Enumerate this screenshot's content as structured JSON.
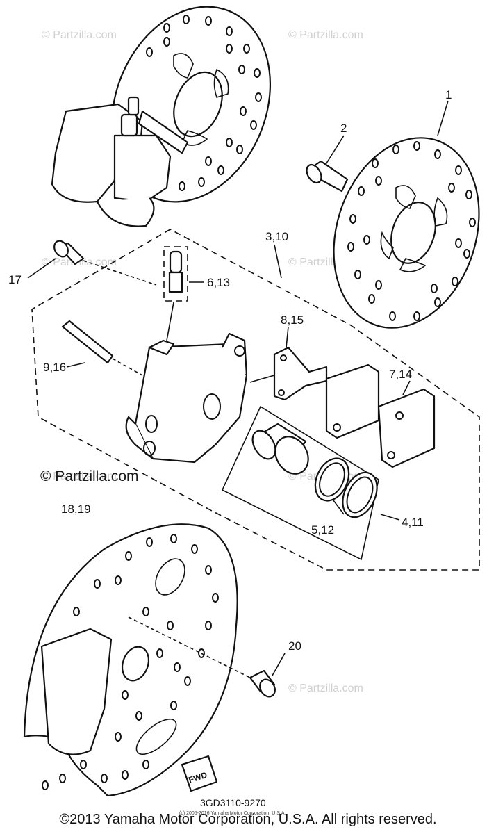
{
  "watermarks": {
    "faint": "© Partzilla.com",
    "prominent": "© Partzilla.com"
  },
  "callouts": [
    {
      "id": "1",
      "label": "1"
    },
    {
      "id": "2",
      "label": "2"
    },
    {
      "id": "3",
      "label": "3,10"
    },
    {
      "id": "4",
      "label": "4,11"
    },
    {
      "id": "5",
      "label": "5,12"
    },
    {
      "id": "6",
      "label": "6,13"
    },
    {
      "id": "7",
      "label": "7,14"
    },
    {
      "id": "8",
      "label": "8,15"
    },
    {
      "id": "9",
      "label": "9,16"
    },
    {
      "id": "17",
      "label": "17"
    },
    {
      "id": "18",
      "label": "18,19"
    },
    {
      "id": "20",
      "label": "20"
    }
  ],
  "fwd_label": "FWD",
  "diagram_code": "3GD3110-9270",
  "small_copyright": "(c) 2005-2016 Yamaha Motor Corporation, U.S.A.",
  "footer_copyright": "©2013 Yamaha Motor Corporation, U.S.A. All rights reserved."
}
